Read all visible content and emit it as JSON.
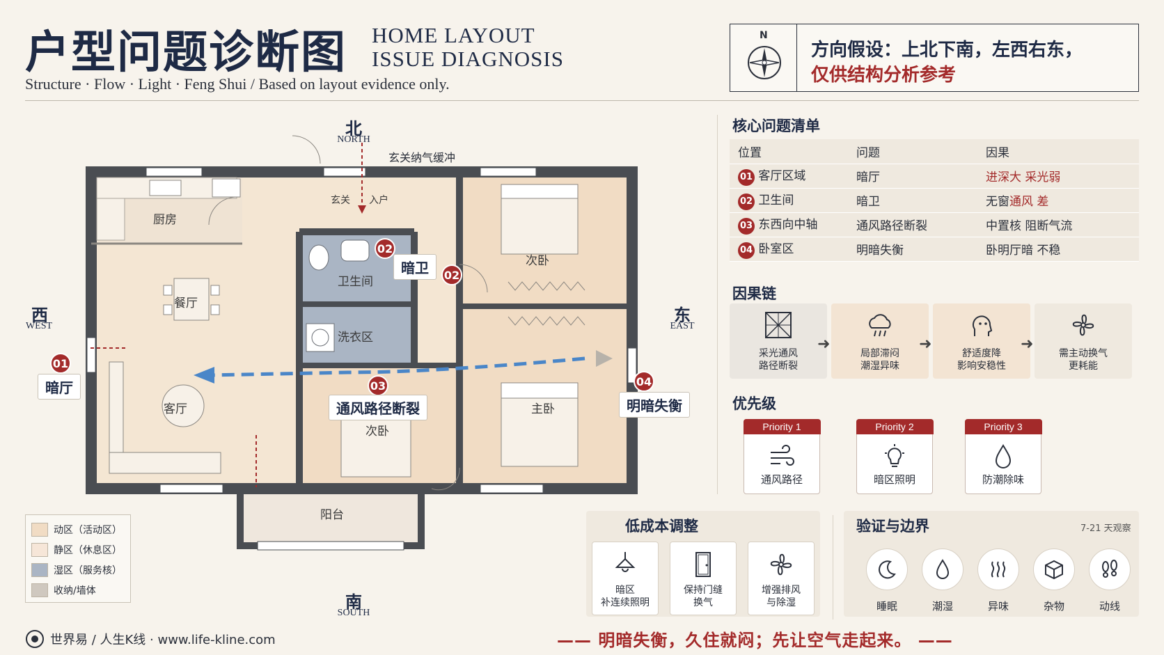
{
  "header": {
    "title_cn": "户型问题诊断图",
    "title_en_line1": "HOME LAYOUT",
    "title_en_line2": "ISSUE DIAGNOSIS",
    "subtitle": "Structure · Flow · Light · Feng Shui / Based on layout evidence only.",
    "compass_n": "N",
    "direction_line1": "方向假设：上北下南，左西右东，",
    "direction_line2": "仅供结构分析参考"
  },
  "plan": {
    "north_cn": "北",
    "north_en": "NORTH",
    "south_cn": "南",
    "south_en": "SOUTH",
    "west_cn": "西",
    "west_en": "WEST",
    "east_cn": "东",
    "east_en": "EAST",
    "entry_note": "玄关纳气缓冲",
    "rooms": {
      "kitchen": "厨房",
      "dining": "餐厅",
      "living": "客厅",
      "bathroom": "卫生间",
      "laundry": "洗衣区",
      "bedroom_n": "次卧",
      "bedroom_s_small": "次卧",
      "master": "主卧",
      "balcony": "阳台",
      "entry_a": "玄关",
      "entry_b": "入户"
    },
    "tags": {
      "t01": "暗厅",
      "t02": "暗卫",
      "t03": "通风路径断裂",
      "t04": "明暗失衡"
    },
    "nums": {
      "n01": "01",
      "n02": "02",
      "n02b": "02",
      "n03": "03",
      "n04": "04"
    }
  },
  "legend": [
    {
      "label": "动区（活动区）",
      "color": "#f1dcc4"
    },
    {
      "label": "静区（休息区）",
      "color": "#f6e6d8"
    },
    {
      "label": "湿区（服务核）",
      "color": "#aab5c4"
    },
    {
      "label": "收纳/墙体",
      "color": "#cfc8bf"
    }
  ],
  "issues": {
    "title": "核心问题清单",
    "headers": [
      "位置",
      "问题",
      "因果"
    ],
    "rows": [
      {
        "num": "01",
        "location": "客厅区域",
        "problem": "暗厅",
        "cause": "进深大 采光弱",
        "cause_red": true
      },
      {
        "num": "02",
        "location": "卫生间",
        "problem": "暗卫",
        "cause_plain": "无窗",
        "cause_red_part": "通风 差"
      },
      {
        "num": "03",
        "location": "东西向中轴",
        "problem": "通风路径断裂",
        "cause": "中置核 阻断气流",
        "cause_red": false
      },
      {
        "num": "04",
        "location": "卧室区",
        "problem": "明暗失衡",
        "cause": "卧明厅暗 不稳",
        "cause_red": false
      }
    ]
  },
  "chain": {
    "title": "因果链",
    "steps": [
      {
        "line1": "采光通风",
        "line2": "路径断裂",
        "icon": "window-cross-icon"
      },
      {
        "line1": "局部滞闷",
        "line2": "潮湿异味",
        "icon": "cloud-rain-icon"
      },
      {
        "line1": "舒适度降",
        "line2": "影响安稳性",
        "icon": "head-icon"
      },
      {
        "line1": "需主动换气",
        "line2": "更耗能",
        "icon": "fan-icon"
      }
    ]
  },
  "priority": {
    "title": "优先级",
    "items": [
      {
        "head": "Priority 1",
        "label": "通风路径",
        "icon": "wind-icon"
      },
      {
        "head": "Priority 2",
        "label": "暗区照明",
        "icon": "bulb-icon"
      },
      {
        "head": "Priority 3",
        "label": "防潮除味",
        "icon": "drop-icon"
      }
    ]
  },
  "lowcost": {
    "title": "低成本调整",
    "items": [
      {
        "line1": "暗区",
        "line2": "补连续照明",
        "icon": "lamp-icon"
      },
      {
        "line1": "保持门缝",
        "line2": "换气",
        "icon": "door-icon"
      },
      {
        "line1": "增强排风",
        "line2": "与除湿",
        "icon": "fan-icon"
      }
    ]
  },
  "verify": {
    "title": "验证与边界",
    "note": "7-21 天观察",
    "items": [
      {
        "label": "睡眠",
        "icon": "moon-icon"
      },
      {
        "label": "潮湿",
        "icon": "drop-icon"
      },
      {
        "label": "异味",
        "icon": "odor-icon"
      },
      {
        "label": "杂物",
        "icon": "box-icon"
      },
      {
        "label": "动线",
        "icon": "footprint-icon"
      }
    ]
  },
  "footer": {
    "brand": "世界易 / 人生K线 · www.life-kline.com",
    "slogan": "—— 明暗失衡，久住就闷；先让空气走起来。 ——"
  },
  "colors": {
    "accent_red": "#a32a2a",
    "navy": "#1e2a45",
    "flow_blue": "#4a86c8"
  }
}
